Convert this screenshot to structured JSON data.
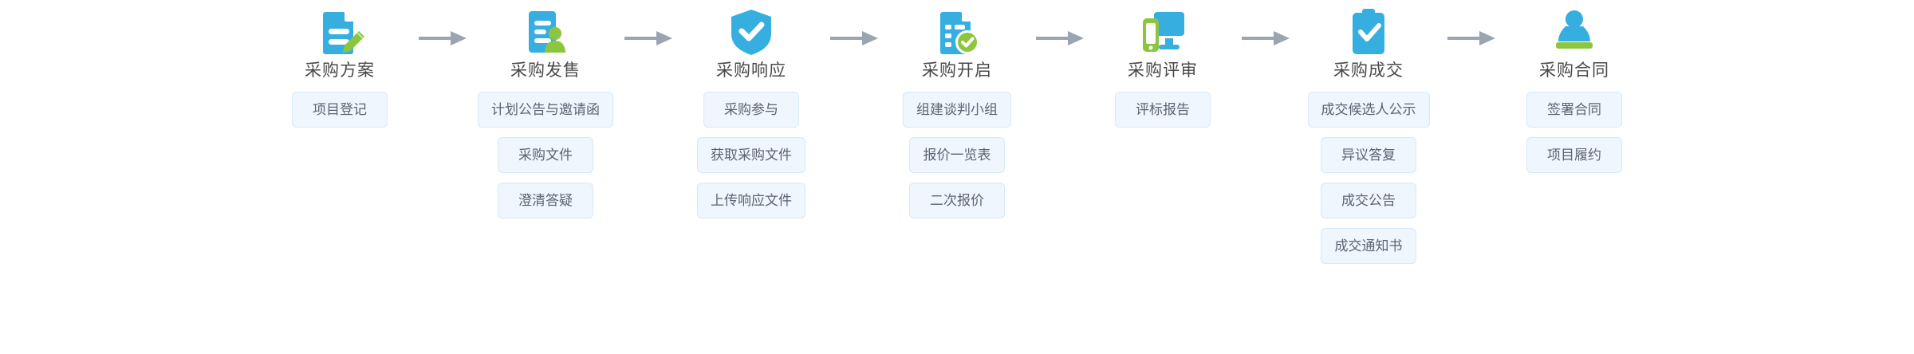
{
  "theme": {
    "icon_blue": "#36aee0",
    "icon_green": "#8cc63f",
    "task_bg": "#eff6fd",
    "task_border": "#d6e9f8",
    "task_text": "#5a6472",
    "title_text": "#4a4a4a",
    "arrow_color": "#9aa5b1"
  },
  "stages": [
    {
      "title": "采购方案",
      "icon": "document-pencil-icon",
      "tasks": [
        "项目登记"
      ]
    },
    {
      "title": "采购发售",
      "icon": "document-person-icon",
      "tasks": [
        "计划公告与邀请函",
        "采购文件",
        "澄清答疑"
      ]
    },
    {
      "title": "采购响应",
      "icon": "shield-check-icon",
      "tasks": [
        "采购参与",
        "获取采购文件",
        "上传响应文件"
      ]
    },
    {
      "title": "采购开启",
      "icon": "folder-check-icon",
      "tasks": [
        "组建谈判小组",
        "报价一览表",
        "二次报价"
      ]
    },
    {
      "title": "采购评审",
      "icon": "monitor-review-icon",
      "tasks": [
        "评标报告"
      ]
    },
    {
      "title": "采购成交",
      "icon": "clipboard-check-icon",
      "tasks": [
        "成交候选人公示",
        "异议答复",
        "成交公告",
        "成交通知书"
      ]
    },
    {
      "title": "采购合同",
      "icon": "stamp-icon",
      "tasks": [
        "签署合同",
        "项目履约"
      ]
    }
  ],
  "arrow_count": 6
}
